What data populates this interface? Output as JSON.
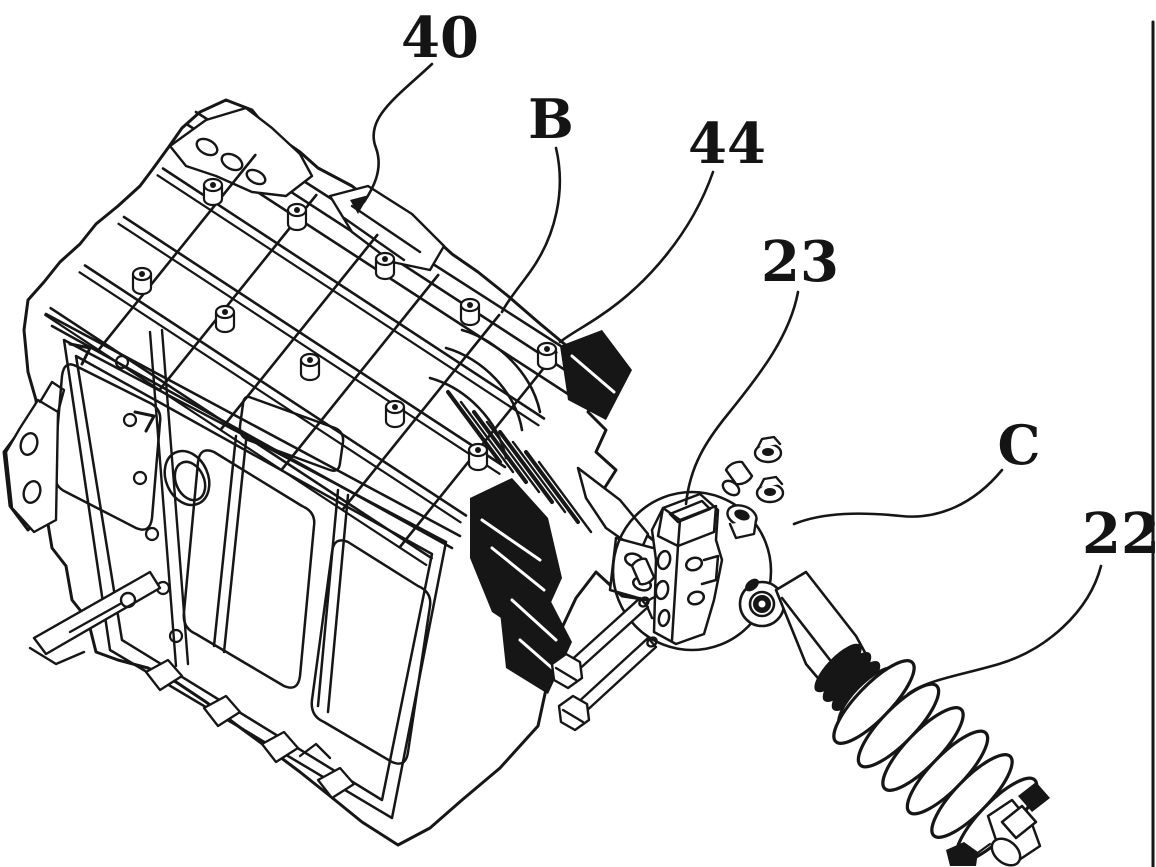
{
  "figure": {
    "type": "patent exploded-view line drawing",
    "background": "#ffffff",
    "ink_color": "#161616"
  },
  "labels": {
    "n40": {
      "text": "40"
    },
    "nB": {
      "text": "B"
    },
    "n44": {
      "text": "44"
    },
    "n23": {
      "text": "23"
    },
    "nC": {
      "text": "C"
    },
    "n22": {
      "text": "22"
    }
  }
}
